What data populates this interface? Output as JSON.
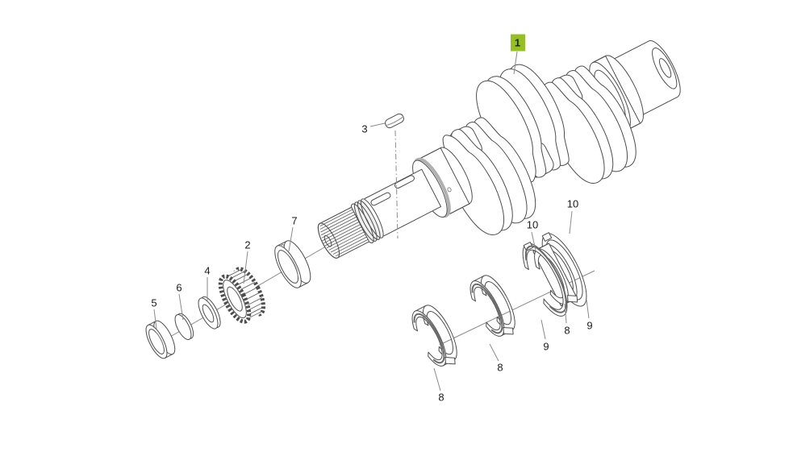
{
  "diagram": {
    "description": "Exploded-view technical line drawing of a crankshaft assembly with main bearing shells, timing gear, washers, key and thrust washers",
    "background_color": "#ffffff",
    "line_color": "#4d4d4d",
    "highlight_color": "#94c11f",
    "callouts": [
      {
        "label": "1",
        "highlighted": true
      },
      {
        "label": "2",
        "highlighted": false
      },
      {
        "label": "3",
        "highlighted": false
      },
      {
        "label": "4",
        "highlighted": false
      },
      {
        "label": "5",
        "highlighted": false
      },
      {
        "label": "6",
        "highlighted": false
      },
      {
        "label": "7",
        "highlighted": false
      },
      {
        "label": "8",
        "highlighted": false
      },
      {
        "label": "8",
        "highlighted": false
      },
      {
        "label": "8",
        "highlighted": false
      },
      {
        "label": "9",
        "highlighted": false
      },
      {
        "label": "9",
        "highlighted": false
      },
      {
        "label": "10",
        "highlighted": false
      },
      {
        "label": "10",
        "highlighted": false
      }
    ]
  }
}
